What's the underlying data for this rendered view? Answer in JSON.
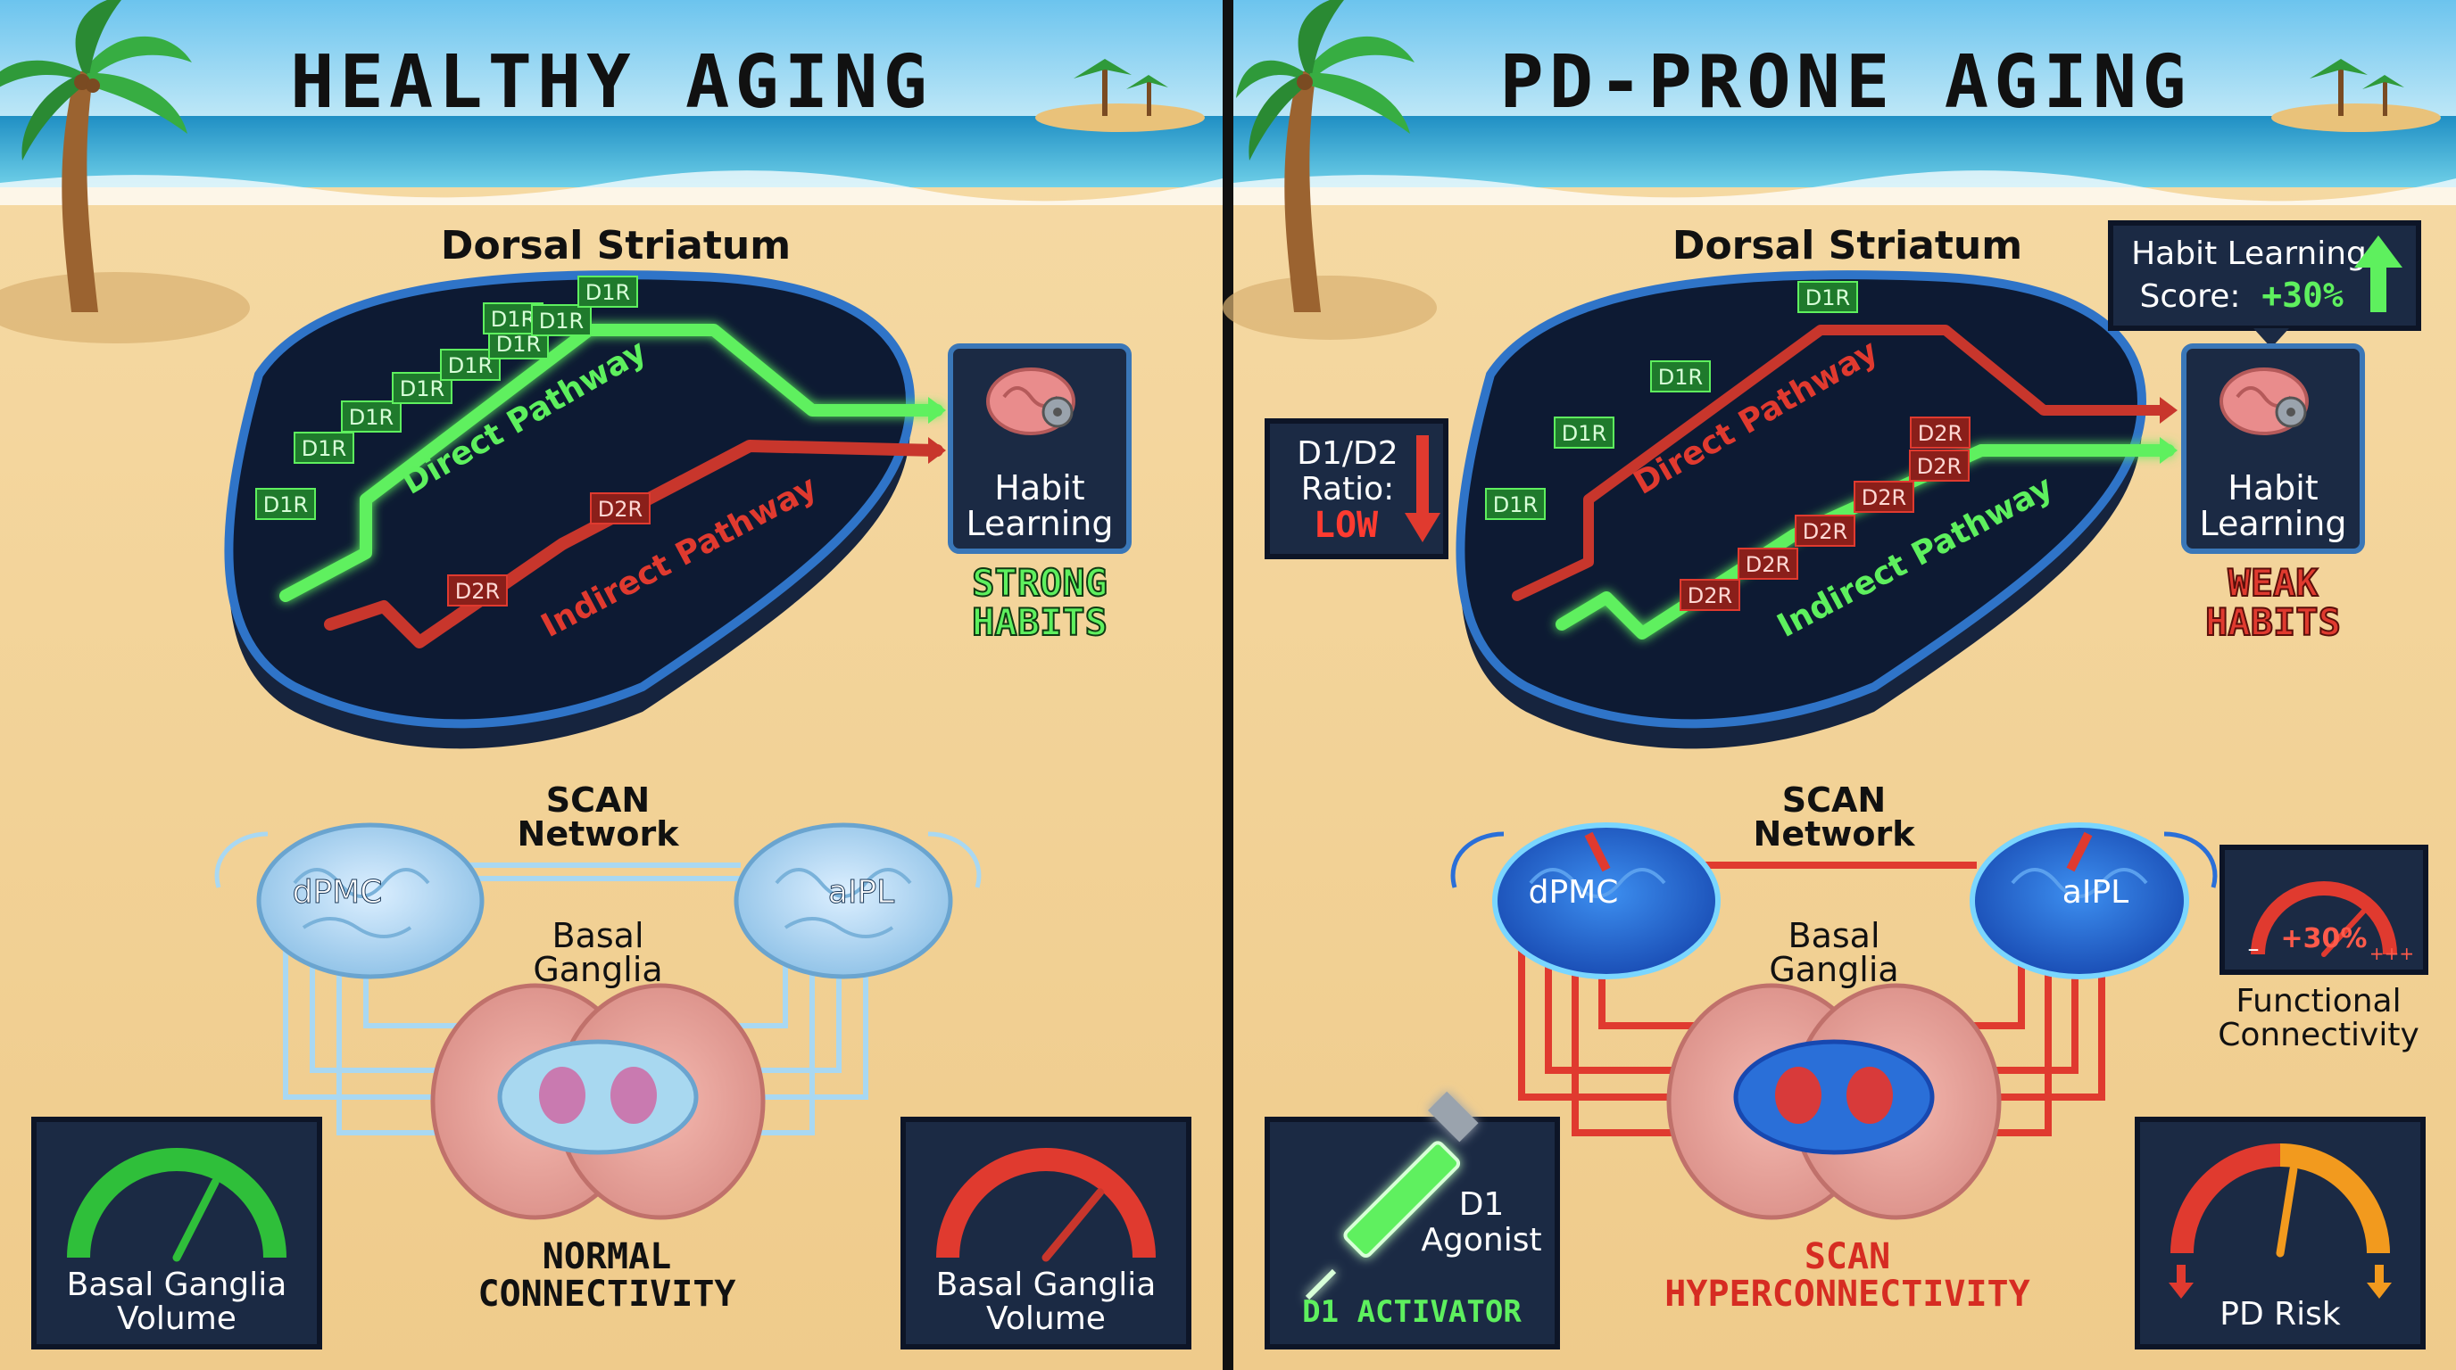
{
  "colors": {
    "sand": "#f2d49b",
    "sky": "#8fd3f2",
    "sea": "#2f9fd0",
    "panel": "#1b2a44",
    "green": "#5ef05e",
    "red": "#e03a2f",
    "blue_brain": "#a9d4f0",
    "hot_blue": "#2a6fd8"
  },
  "left": {
    "title": "HEALTHY AGING",
    "striatum_label": "Dorsal Striatum",
    "direct_pathway": "Direct Pathway",
    "indirect_pathway": "Indirect Pathway",
    "d1r_markers": [
      "D1R",
      "D1R",
      "D1R",
      "D1R",
      "D1R",
      "D1R",
      "D1R",
      "D1R",
      "D1R"
    ],
    "d2r_markers": [
      "D2R",
      "D2R"
    ],
    "habit_box": {
      "line1": "Habit",
      "line2": "Learning"
    },
    "habit_status": {
      "line1": "STRONG",
      "line2": "HABITS"
    },
    "scan": {
      "line1": "SCAN",
      "line2": "Network"
    },
    "node_left": "dPMC",
    "node_right": "aIPL",
    "bg": {
      "line1": "Basal",
      "line2": "Ganglia"
    },
    "connectivity": {
      "line1": "NORMAL",
      "line2": "CONNECTIVITY"
    },
    "gauge_left": {
      "line1": "Basal Ganglia",
      "line2": "Volume",
      "level": 0.65
    },
    "gauge_right": {
      "line1": "Basal Ganglia",
      "line2": "Volume",
      "level": 0.72
    }
  },
  "right": {
    "title": "PD-PRONE AGING",
    "striatum_label": "Dorsal Striatum",
    "direct_pathway": "Direct Pathway",
    "indirect_pathway": "Indirect Pathway",
    "d1r_markers": [
      "D1R",
      "D1R",
      "D1R",
      "D1R"
    ],
    "d2r_markers": [
      "D2R",
      "D2R",
      "D2R",
      "D2R",
      "D2R",
      "D2R"
    ],
    "ratio": {
      "line1": "D1/D2",
      "line2": "Ratio:",
      "value": "LOW"
    },
    "score": {
      "line1": "Habit Learning",
      "line2_prefix": "Score:",
      "line2_value": "+30%"
    },
    "habit_box": {
      "line1": "Habit",
      "line2": "Learning"
    },
    "habit_status": {
      "line1": "WEAK",
      "line2": "HABITS"
    },
    "scan": {
      "line1": "SCAN",
      "line2": "Network"
    },
    "node_left": "dPMC",
    "node_right": "aIPL",
    "bg": {
      "line1": "Basal",
      "line2": "Ganglia"
    },
    "connectivity": {
      "line1": "SCAN",
      "line2": "HYPERCONNECTIVITY"
    },
    "fc_gauge": {
      "minus": "–",
      "value": "+30%",
      "plus": "+++",
      "line1": "Functional",
      "line2": "Connectivity"
    },
    "agonist": {
      "line1": "D1",
      "line2": "Agonist",
      "caption": "D1 ACTIVATOR"
    },
    "risk_gauge": {
      "label": "PD Risk",
      "level": 0.55
    }
  }
}
